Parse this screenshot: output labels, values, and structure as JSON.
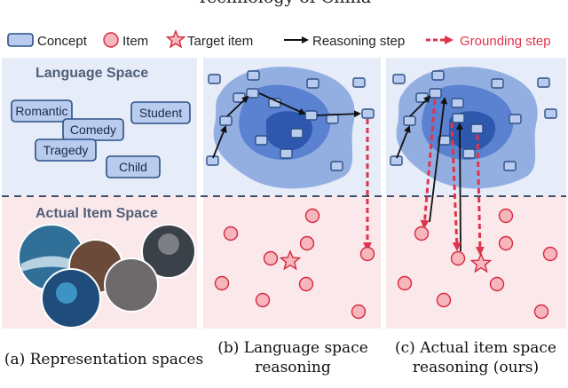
{
  "header": {
    "title": "Technology of China"
  },
  "legend": {
    "concept": "Concept",
    "item": "Item",
    "target_item": "Target item",
    "reasoning_step": "Reasoning step",
    "grounding_step": "Grounding step"
  },
  "panels": {
    "language_space_title": "Language Space",
    "item_space_title": "Actual Item Space",
    "concept_labels": [
      "Romantic",
      "Student",
      "Comedy",
      "Tragedy",
      "Child"
    ]
  },
  "captions": {
    "a": "(a) Representation spaces",
    "b_line1": "(b) Language space",
    "b_line2": "reasoning",
    "c_line1": "(c) Actual item space",
    "c_line2": "reasoning (ours)"
  },
  "colors": {
    "concept_fill": "#b9cbee",
    "concept_stroke": "#2c4f86",
    "item_fill": "#f6b6bc",
    "item_stroke": "#d7273f",
    "grounding": "#e2334d",
    "language_bg": "#e6ecf8",
    "item_bg": "#fbe8ea"
  }
}
